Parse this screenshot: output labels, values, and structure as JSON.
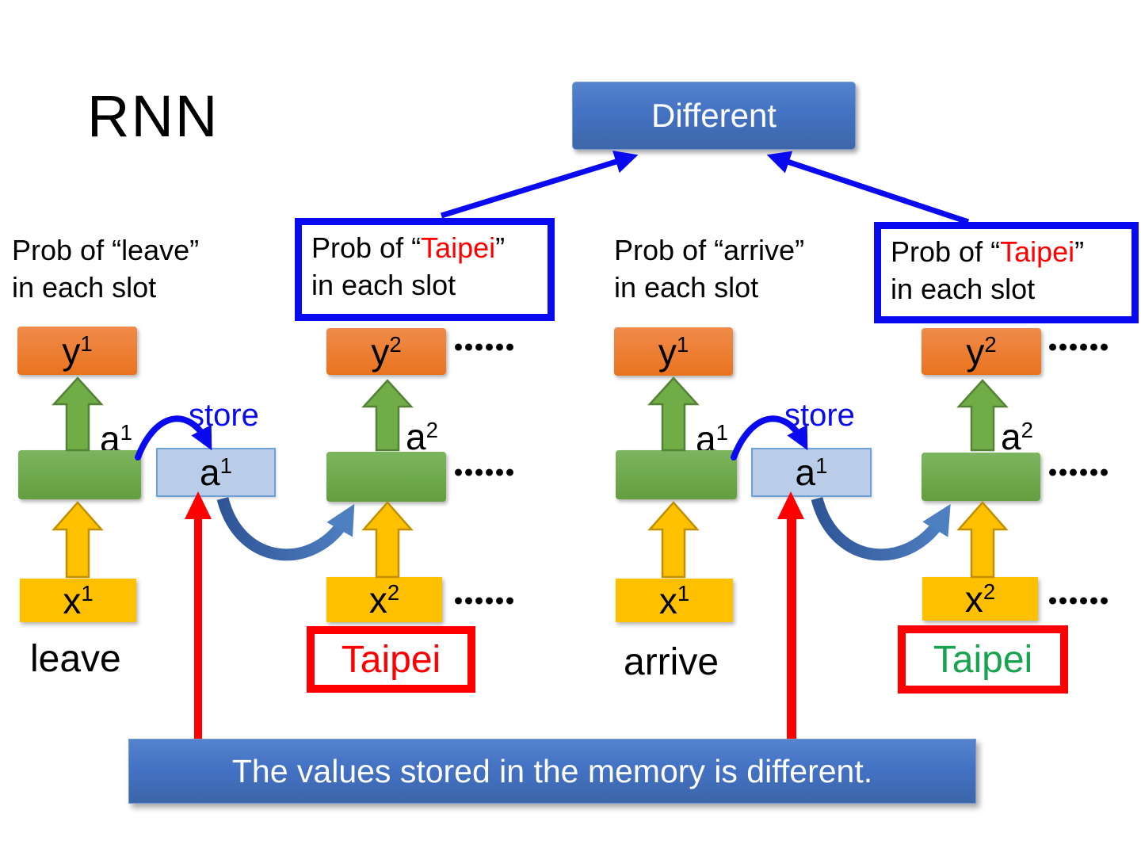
{
  "title": "RNN",
  "different_box": {
    "label": "Different"
  },
  "banner": {
    "text": "The values stored in the memory is different."
  },
  "ellipsis": "……",
  "store_label": "store",
  "captions": [
    {
      "prefix": "Prob of “",
      "word": "leave",
      "suffix": "”",
      "line2": "in each slot"
    },
    {
      "prefix": "Prob of “",
      "word": "Taipei",
      "suffix": "”",
      "line2": "in each slot"
    },
    {
      "prefix": "Prob of “",
      "word": "arrive",
      "suffix": "”",
      "line2": "in each slot"
    },
    {
      "prefix": "Prob of “",
      "word": "Taipei",
      "suffix": "”",
      "line2": "in each slot"
    }
  ],
  "columns": [
    {
      "y": "y",
      "y_sup": "1",
      "a": "a",
      "a_sup": "1",
      "x": "x",
      "x_sup": "1",
      "word": "leave"
    },
    {
      "y": "y",
      "y_sup": "2",
      "a": "a",
      "a_sup": "2",
      "x": "x",
      "x_sup": "2",
      "word": "Taipei"
    },
    {
      "y": "y",
      "y_sup": "1",
      "a": "a",
      "a_sup": "1",
      "x": "x",
      "x_sup": "1",
      "word": "arrive"
    },
    {
      "y": "y",
      "y_sup": "2",
      "a": "a",
      "a_sup": "2",
      "x": "x",
      "x_sup": "2",
      "word": "Taipei"
    }
  ],
  "memory_cells": [
    {
      "label": "a",
      "sup": "1"
    },
    {
      "label": "a",
      "sup": "1"
    }
  ],
  "colors": {
    "accent_blue": "#0a0af0",
    "panel_blue": "#4472c4",
    "curve_blue_dark": "#2f5597",
    "curve_blue_light": "#4e7fc1",
    "red": "#ff0000",
    "orange": "#ed7d31",
    "green": "#70ad47",
    "yellow": "#ffc000",
    "memory_fill": "#b9cde9",
    "taipei_green": "#18a44f"
  }
}
